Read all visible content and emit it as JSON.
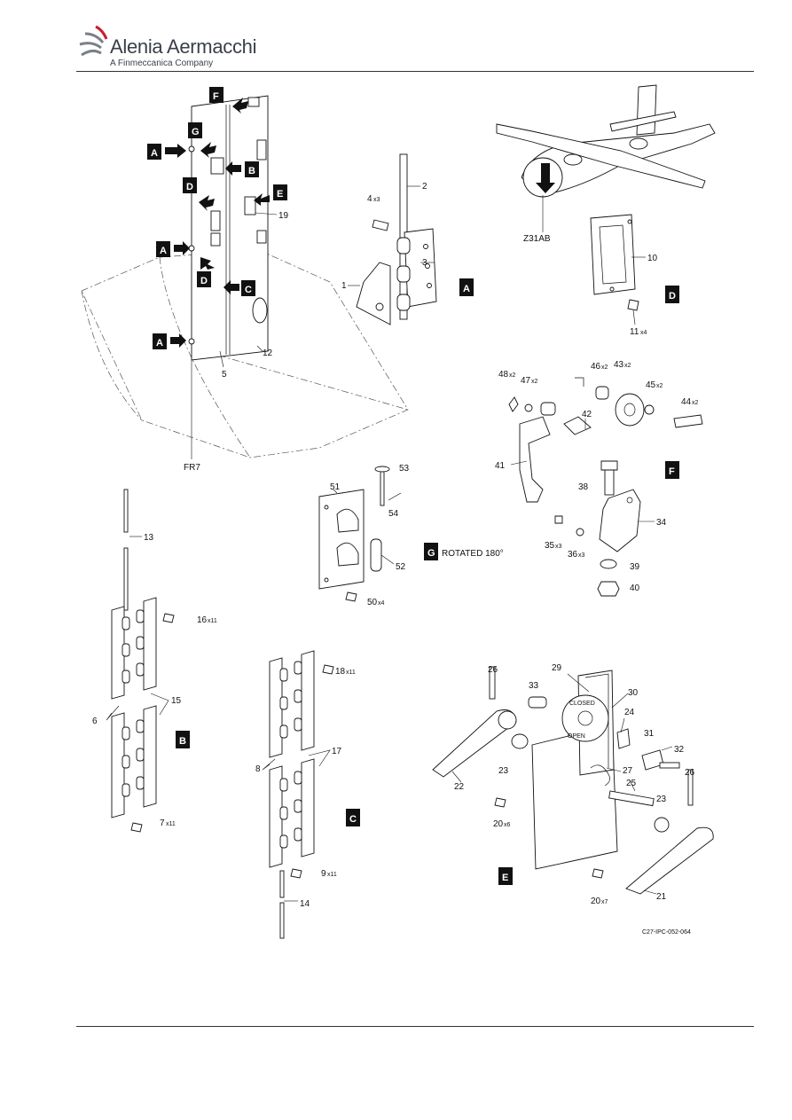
{
  "header": {
    "company": "Alenia Aermacchi",
    "tagline": "A Finmeccanica Company",
    "logo_icon": "swoosh-logo-icon"
  },
  "figure_code": "C27-IPC-052-064",
  "detail_keys": {
    "A": "A",
    "B": "B",
    "C": "C",
    "D": "D",
    "E": "E",
    "F": "F",
    "G": "G"
  },
  "rotated_note": "ROTATED 180°",
  "location_labels": {
    "fr7": "FR7",
    "zone": "Z31AB"
  },
  "callouts": {
    "c1": "1",
    "c2": "2",
    "c3": "3",
    "c4": "4",
    "c4q": "x3",
    "c5": "5",
    "c6": "6",
    "c7": "7",
    "c7q": "x11",
    "c8": "8",
    "c9": "9",
    "c9q": "x11",
    "c10": "10",
    "c11": "11",
    "c11q": "x4",
    "c12": "12",
    "c13": "13",
    "c14": "14",
    "c15": "15",
    "c16": "16",
    "c16q": "x11",
    "c17": "17",
    "c18": "18",
    "c18q": "x11",
    "c19": "19",
    "c20a": "20",
    "c20aq": "x6",
    "c20b": "20",
    "c20bq": "x7",
    "c21": "21",
    "c22": "22",
    "c23a": "23",
    "c23b": "23",
    "c24": "24",
    "c25": "25",
    "c26a": "26",
    "c26b": "26",
    "c27": "27",
    "c29": "29",
    "c30": "30",
    "c31": "31",
    "c32": "32",
    "c33": "33",
    "c34": "34",
    "c35": "35",
    "c35q": "x3",
    "c36": "36",
    "c36q": "x3",
    "c38": "38",
    "c39": "39",
    "c40": "40",
    "c41": "41",
    "c42": "42",
    "c43": "43",
    "c43q": "x2",
    "c44": "44",
    "c44q": "x2",
    "c45": "45",
    "c45q": "x2",
    "c46": "46",
    "c46q": "x2",
    "c47": "47",
    "c47q": "x2",
    "c48": "48",
    "c48q": "x2",
    "c50": "50",
    "c50q": "x4",
    "c51": "51",
    "c52": "52",
    "c53": "53",
    "c54": "54"
  },
  "dial_text": {
    "closed": "CLOSED",
    "open": "OPEN"
  }
}
